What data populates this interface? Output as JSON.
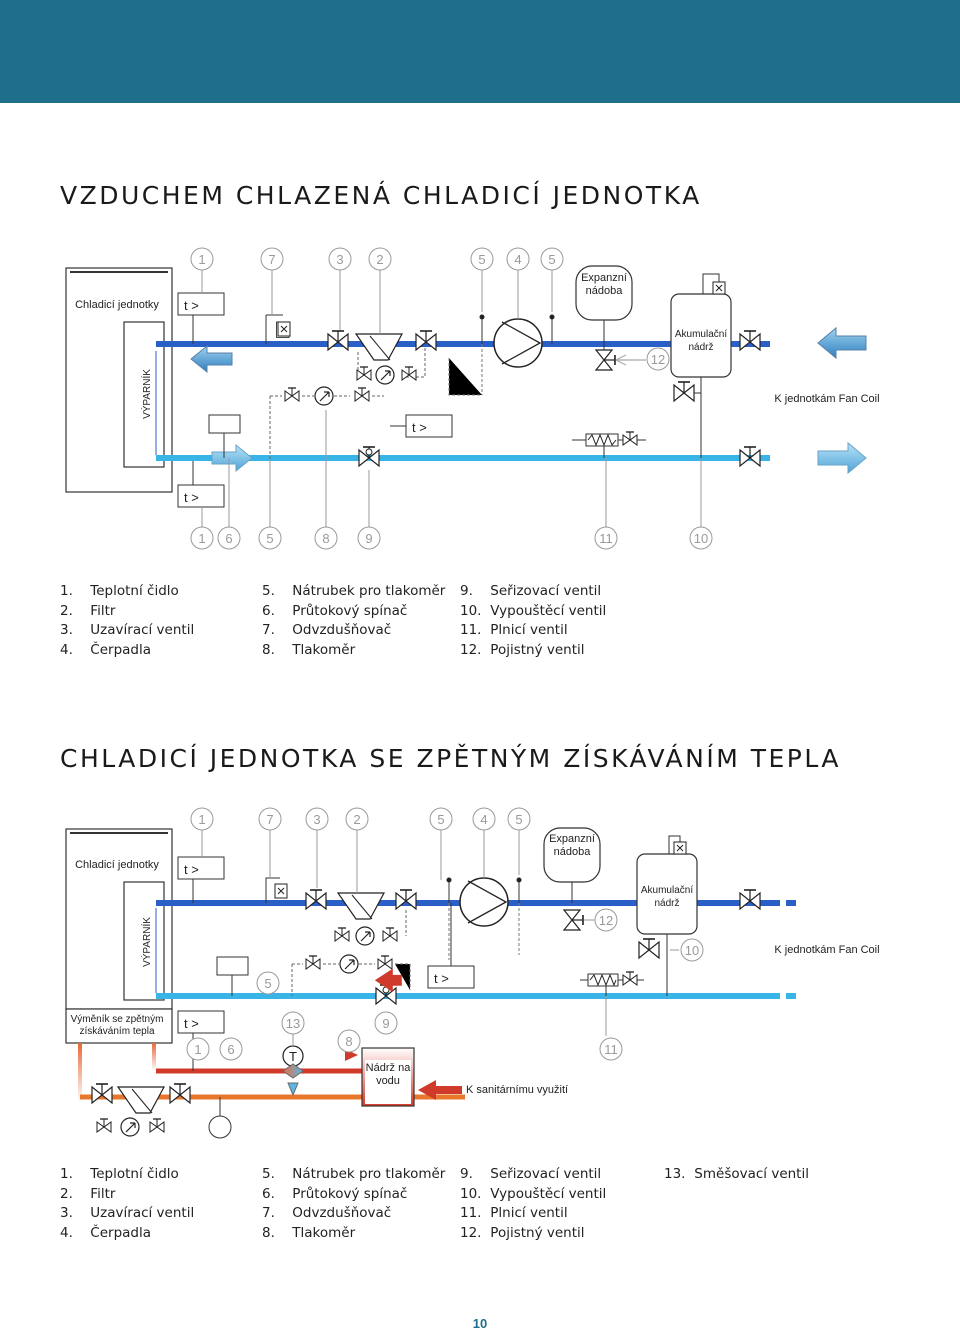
{
  "section1": {
    "title": "VZDUCHEM CHLAZENÁ CHLADICÍ JEDNOTKA",
    "unit_label": "Chladicí jednotky",
    "evaporator_label": "VÝPARNÍK",
    "expansion_label": [
      "Expanzní",
      "nádoba"
    ],
    "tank_label": [
      "Akumulační",
      "nádrž"
    ],
    "fancoil_label": "K jednotkám Fan Coil",
    "sensor_label": "t >",
    "top_numbers": [
      "1",
      "7",
      "3",
      "2",
      "5",
      "4",
      "5"
    ],
    "bottom_numbers": [
      "1",
      "6",
      "5",
      "8",
      "9",
      "11",
      "10"
    ],
    "safety_number": "12",
    "legend": [
      [
        {
          "n": "1.",
          "t": "Teplotní čidlo"
        },
        {
          "n": "2.",
          "t": "Filtr"
        },
        {
          "n": "3.",
          "t": "Uzavírací ventil"
        },
        {
          "n": "4.",
          "t": "Čerpadla"
        }
      ],
      [
        {
          "n": "5.",
          "t": "Nátrubek pro tlakoměr"
        },
        {
          "n": "6.",
          "t": "Průtokový spínač"
        },
        {
          "n": "7.",
          "t": "Odvzdušňovač"
        },
        {
          "n": "8.",
          "t": "Tlakoměr"
        }
      ],
      [
        {
          "n": "9.",
          "t": "Seřizovací ventil"
        },
        {
          "n": "10.",
          "t": "Vypouštěcí ventil"
        },
        {
          "n": "11.",
          "t": "Plnicí ventil"
        },
        {
          "n": "12.",
          "t": "Pojistný ventil"
        }
      ]
    ]
  },
  "section2": {
    "title": "CHLADICÍ JEDNOTKA SE ZPĚTNÝM ZÍSKÁVÁNÍM TEPLA",
    "unit_label": "Chladicí jednotky",
    "evaporator_label": "VÝPARNÍK",
    "exchanger_label": [
      "Výměník se zpětným",
      "získáváním tepla"
    ],
    "expansion_label": [
      "Expanzní",
      "nádoba"
    ],
    "tank_label": [
      "Akumulační",
      "nádrž"
    ],
    "fancoil_label": "K jednotkám Fan Coil",
    "water_tank_label": [
      "Nádrž na",
      "vodu"
    ],
    "sanitary_label": "K sanitárnímu využití",
    "sensor_label": "t >",
    "mixing_valve_letter": "T",
    "top_numbers": [
      "1",
      "7",
      "3",
      "2",
      "5",
      "4",
      "5"
    ],
    "mid_numbers": [
      "5",
      "12",
      "10",
      "13",
      "9",
      "8",
      "1",
      "6",
      "11"
    ],
    "legend": [
      [
        {
          "n": "1.",
          "t": "Teplotní čidlo"
        },
        {
          "n": "2.",
          "t": "Filtr"
        },
        {
          "n": "3.",
          "t": "Uzavírací ventil"
        },
        {
          "n": "4.",
          "t": "Čerpadla"
        }
      ],
      [
        {
          "n": "5.",
          "t": "Nátrubek pro tlakoměr"
        },
        {
          "n": "6.",
          "t": "Průtokový spínač"
        },
        {
          "n": "7.",
          "t": "Odvzdušňovač"
        },
        {
          "n": "8.",
          "t": "Tlakoměr"
        }
      ],
      [
        {
          "n": "9.",
          "t": "Seřizovací ventil"
        },
        {
          "n": "10.",
          "t": "Vypouštěcí ventil"
        },
        {
          "n": "11.",
          "t": "Plnicí ventil"
        },
        {
          "n": "12.",
          "t": "Pojistný ventil"
        }
      ],
      [
        {
          "n": "13.",
          "t": "Směšovací ventil"
        }
      ]
    ]
  },
  "page_number": "10",
  "colors": {
    "header": "#1d6f8a",
    "supply": "#2b5fc8",
    "return": "#39b4e6",
    "hot": "#e8772e",
    "hot_red": "#d03a2a",
    "number_gray": "#9a9a9a"
  }
}
